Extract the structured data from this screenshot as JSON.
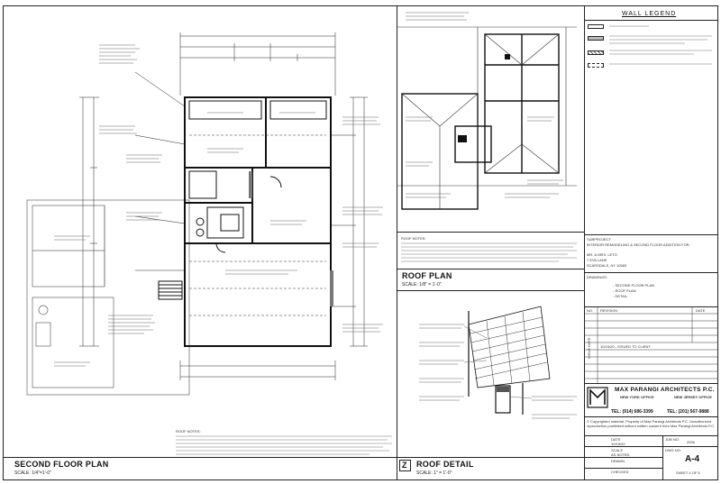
{
  "drawings": {
    "second_floor": {
      "title": "SECOND FLOOR PLAN",
      "scale": "SCALE: 1/4\"=1'-0\""
    },
    "roof_plan": {
      "title": "ROOF PLAN",
      "scale": "SCALE: 1/8\" = 1'-0\""
    },
    "roof_detail": {
      "marker": "Z",
      "title": "ROOF DETAIL",
      "scale": "SCALE: 1\" = 1'-0\""
    }
  },
  "legend": {
    "title": "WALL LEGEND"
  },
  "title_block": {
    "subproject_label": "SUBPROJECT",
    "project": "INTERIOR REMODELING & SECOND FLOOR ADDITION FOR:",
    "client": "MR. & MRS. LETO",
    "address1": "7 EVA LANE",
    "address2": "SCARSDALE, NY 10583",
    "drawings_label": "DRAWINGS:",
    "drawings_list": [
      "- SECOND FLOOR PLAN",
      "- ROOF PLAN",
      "- DETAIL"
    ],
    "revisions_header": [
      "NO.",
      "REVISION",
      "DATE"
    ],
    "issue_label": "ISSUE DATE",
    "issue_entry": "10/15/20 - ISSUED TO CLIENT",
    "firm_name": "MAX PARANGI ARCHITECTS P.C.",
    "office_ny": "NEW YORK OFFICE",
    "office_nj": "NEW JERSEY OFFICE",
    "phone_ny": "TEL: (914) 686-3399",
    "phone_nj": "TEL: (201) 567-9888",
    "copyright": "© Copyrighted material. Property of Max Parangi Architects P.C. Unauthorized reproduction prohibited without written consent from Max Parangi Architects P.C.",
    "date_label": "DATE",
    "date_value": "10/15/20",
    "scale_label": "SCALE",
    "scale_value": "AS NOTED",
    "drawn_label": "DRAWN",
    "checked_label": "CHECKED",
    "job_no_label": "JOB NO.",
    "job_no_value": "2006",
    "dwg_no_label": "DWG NO.",
    "dwg_no_value": "A-4",
    "sheet_value": "SHEET 4 OF 5"
  },
  "notes": {
    "roof_notes": "ROOF NOTES:",
    "roof_notes_2": "ROOF NOTES:"
  }
}
